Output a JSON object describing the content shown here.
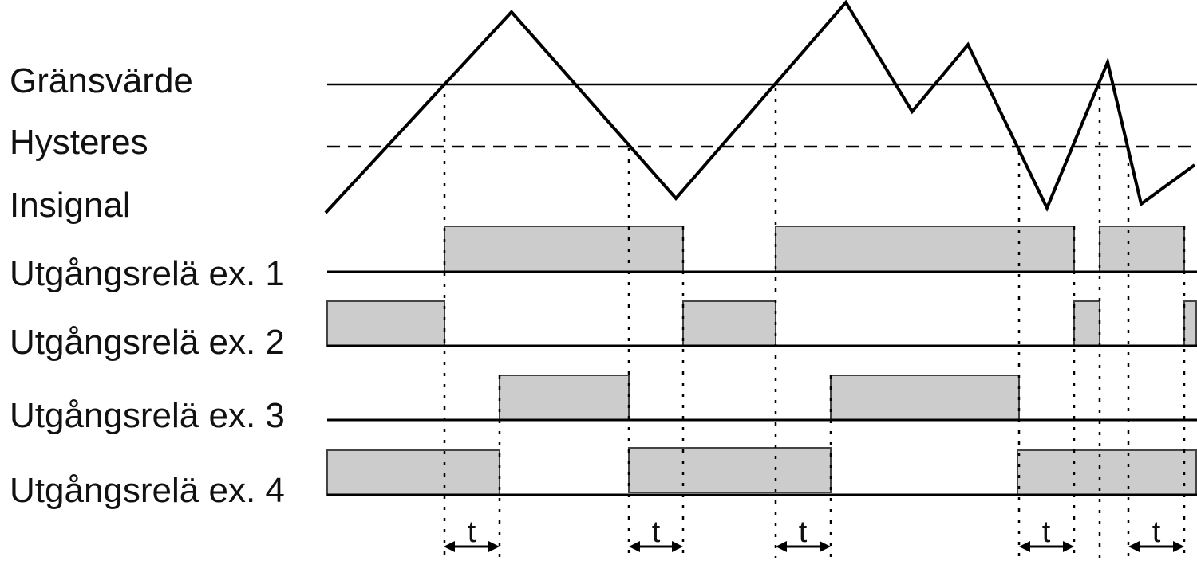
{
  "labels": {
    "threshold": "Gränsvärde",
    "hysteresis": "Hysteres",
    "input": "Insignal",
    "relay1": "Utgångsrelä ex. 1",
    "relay2": "Utgångsrelä ex. 2",
    "relay3": "Utgångsrelä ex. 3",
    "relay4": "Utgångsrelä ex. 4"
  },
  "delay_label": "t",
  "colors": {
    "pulse_fill": "#cccccc",
    "line": "#000000"
  }
}
